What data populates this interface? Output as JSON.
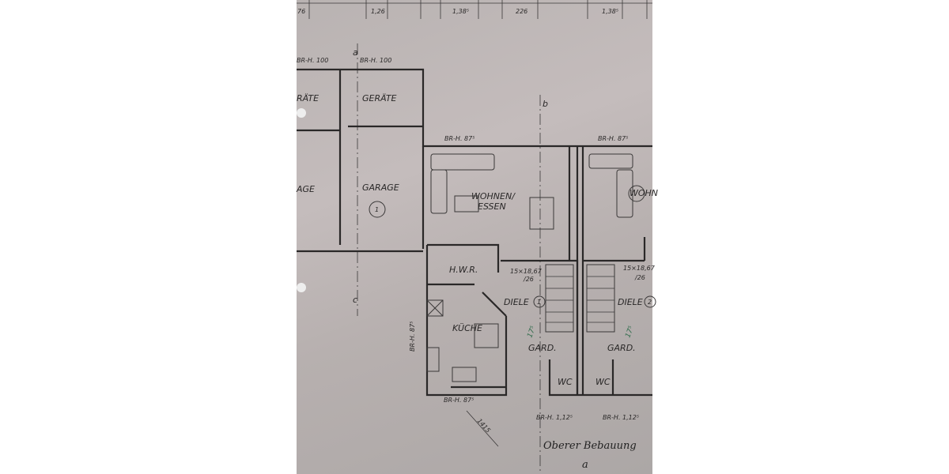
{
  "plan": {
    "top_dimensions": [
      "76",
      "1,26",
      "1,38⁵",
      "226",
      "1,38⁵"
    ],
    "section_markers": [
      "a",
      "b",
      "c"
    ],
    "rooms": {
      "geraete_left": "RÄTE",
      "geraete": "GERÄTE",
      "garage_left": "AGE",
      "garage": "GARAGE",
      "garage_number": "1",
      "wohnen_line1": "WOHNEN/",
      "wohnen_line2": "ESSEN",
      "wohnen_right": "WOHN",
      "hwr": "H.W.R.",
      "diele1": "DIELE",
      "diele1_number": "1",
      "diele2": "DIELE",
      "diele2_number": "2",
      "kueche": "KÜCHE",
      "gard1": "GARD.",
      "gard2": "GARD.",
      "wc1": "WC",
      "wc2": "WC"
    },
    "stairs": {
      "stair1_line1": "15×18,67",
      "stair1_line2": "/26",
      "stair2_line1": "15×18,67",
      "stair2_line2": "/26"
    },
    "window_heights": {
      "br_100_left": "BR-H. 100",
      "br_100": "BR-H. 100",
      "br_875_top1": "BR-H. 87⁵",
      "br_875_top2": "BR-H. 87⁵",
      "br_875_side": "BR-H. 87⁵",
      "br_875_bottom": "BR-H. 87⁵",
      "br_1125_1": "BR-H. 1,12⁵",
      "br_1125_2": "BR-H. 1,12⁵"
    },
    "annotations": {
      "green1": "17⁵",
      "green2": "17⁵",
      "diag_dim": "1415",
      "handwritten": "Oberer Bebauung",
      "handwritten_mark": "a"
    }
  }
}
